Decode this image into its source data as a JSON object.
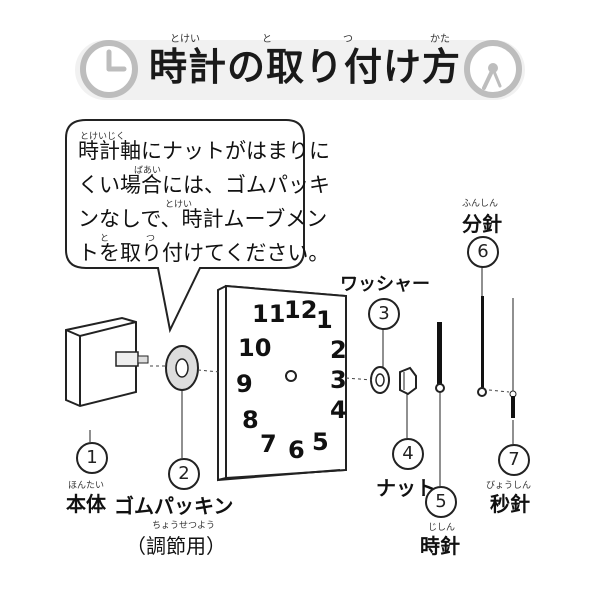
{
  "title": {
    "text": "時計の取り付け方",
    "ruby": [
      "とけい",
      "と",
      "つ",
      "かた"
    ]
  },
  "callout": {
    "lines": [
      "時計軸にナットがはまりに",
      "くい場合には、ゴムパッキ",
      "ンなしで、時計ムーブメン",
      "トを取り付けてください。"
    ],
    "ruby": [
      "とけいじく",
      "ばあい",
      "とけい",
      "と",
      "つ"
    ]
  },
  "parts": [
    {
      "num": "1",
      "label": "本体",
      "ruby": "ほんたい"
    },
    {
      "num": "2",
      "label": "ゴムパッキン",
      "sub": "（調節用）",
      "ruby": "ちょうせつよう"
    },
    {
      "num": "3",
      "label": "ワッシャー"
    },
    {
      "num": "4",
      "label": "ナット"
    },
    {
      "num": "5",
      "label": "時針",
      "ruby": "じしん"
    },
    {
      "num": "6",
      "label": "分針",
      "ruby": "ふんしん"
    },
    {
      "num": "7",
      "label": "秒針",
      "ruby": "びょうしん"
    }
  ],
  "clock_face": {
    "numbers": [
      "11",
      "12",
      "1",
      "10",
      "2",
      "9",
      "3",
      "8",
      "4",
      "7",
      "6",
      "5"
    ]
  },
  "colors": {
    "title_bg": "#f1f1f1",
    "line": "#222222",
    "hand": "#111111",
    "washer": "#dddddd"
  },
  "icons": [
    "clock-icon",
    "hands-icon"
  ]
}
